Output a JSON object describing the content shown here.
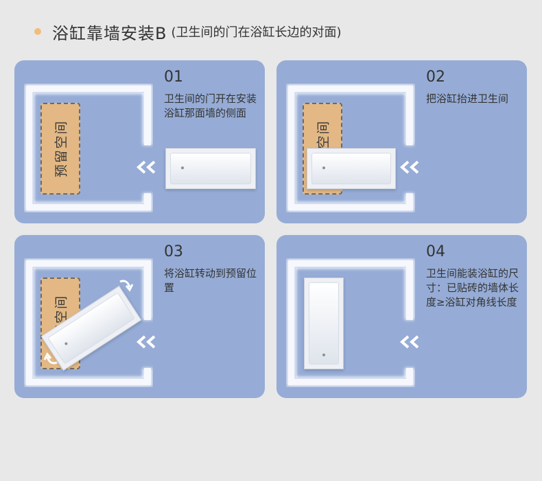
{
  "header": {
    "title": "浴缸靠墙安装B",
    "subtitle": "(卫生间的门在浴缸长边的对面)",
    "dot_color": "#f2bd7a"
  },
  "colors": {
    "card_bg": "#96acd6",
    "reserved_fill": "#e3b884",
    "wall_glow": "#ffffff"
  },
  "steps": [
    {
      "number": "01",
      "description": "卫生间的门开在安装浴缸那面墙的侧面",
      "reserved_label": "预留空间"
    },
    {
      "number": "02",
      "description": "把浴缸抬进卫生间",
      "reserved_label": "预留空间"
    },
    {
      "number": "03",
      "description": "将浴缸转动到预留位置",
      "reserved_label": "预留空间"
    },
    {
      "number": "04",
      "description": "卫生间能装浴缸的尺寸：已贴砖的墙体长度≥浴缸对角线长度"
    }
  ]
}
